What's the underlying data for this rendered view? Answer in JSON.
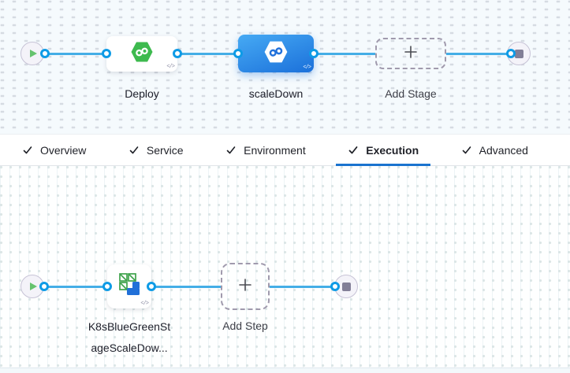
{
  "stage_canvas": {
    "start_node": {
      "icon": "play-icon"
    },
    "end_node": {
      "icon": "stop-icon"
    },
    "stages": [
      {
        "label": "Deploy",
        "icon": "cd-hexagon-icon",
        "selected": false,
        "code_glyph": "</>"
      },
      {
        "label": "scaleDown",
        "icon": "cd-hexagon-icon",
        "selected": true,
        "code_glyph": "</>"
      },
      {
        "label": "Add Stage",
        "icon": "plus-icon"
      }
    ]
  },
  "tab_bar": {
    "tabs": [
      {
        "label": "Overview",
        "checked": true,
        "selected": false
      },
      {
        "label": "Service",
        "checked": true,
        "selected": false
      },
      {
        "label": "Environment",
        "checked": true,
        "selected": false
      },
      {
        "label": "Execution",
        "checked": true,
        "selected": true
      },
      {
        "label": "Advanced",
        "checked": true,
        "selected": false
      }
    ]
  },
  "execution_canvas": {
    "start_node": {
      "icon": "play-icon"
    },
    "end_node": {
      "icon": "stop-icon"
    },
    "steps": [
      {
        "label_line1": "K8sBlueGreenSt",
        "label_line2": "ageScaleDow...",
        "icon": "k8s-bluegreen-scaledown-icon",
        "code_glyph": "</>"
      },
      {
        "label": "Add Step",
        "icon": "plus-icon"
      }
    ]
  },
  "colors": {
    "canvas_top_bg": "#F5FAFD",
    "link_blue": "#44AEE6",
    "port_blue": "#0E9BE6",
    "selected_node_gradient_start": "#46AAF4",
    "selected_node_gradient_end": "#1B70DA",
    "harness_green": "#3DBA4E",
    "step_icon_green": "#3FA34C",
    "step_icon_blue": "#2170D8",
    "tab_underline": "#1A73CF"
  }
}
